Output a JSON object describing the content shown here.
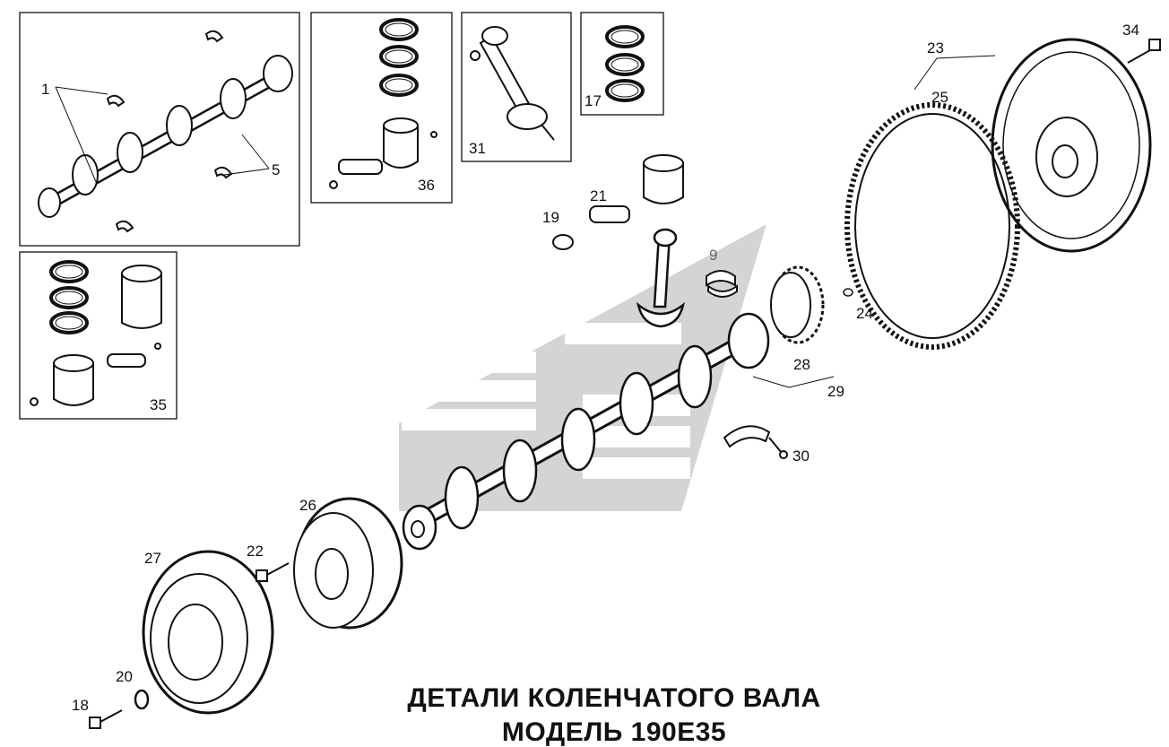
{
  "title": {
    "line1": "ДЕТАЛИ КОЛЕНЧАТОГО ВАЛА",
    "line2": "МОДЕЛЬ 190E35"
  },
  "callouts": [
    {
      "id": "c1",
      "text": "1"
    },
    {
      "id": "c5",
      "text": "5"
    },
    {
      "id": "c36",
      "text": "36"
    },
    {
      "id": "c31",
      "text": "31"
    },
    {
      "id": "c17",
      "text": "17"
    },
    {
      "id": "c35",
      "text": "35"
    },
    {
      "id": "c34",
      "text": "34"
    },
    {
      "id": "c23",
      "text": "23"
    },
    {
      "id": "c25",
      "text": "25"
    },
    {
      "id": "c21",
      "text": "21"
    },
    {
      "id": "c19",
      "text": "19"
    },
    {
      "id": "c9",
      "text": "9"
    },
    {
      "id": "c24",
      "text": "24"
    },
    {
      "id": "c28",
      "text": "28"
    },
    {
      "id": "c29",
      "text": "29"
    },
    {
      "id": "c30",
      "text": "30"
    },
    {
      "id": "c26",
      "text": "26"
    },
    {
      "id": "c27",
      "text": "27"
    },
    {
      "id": "c22",
      "text": "22"
    },
    {
      "id": "c20",
      "text": "20"
    },
    {
      "id": "c18",
      "text": "18"
    }
  ],
  "colors": {
    "ink": "#111111",
    "watermark": "#d4d4d4"
  }
}
